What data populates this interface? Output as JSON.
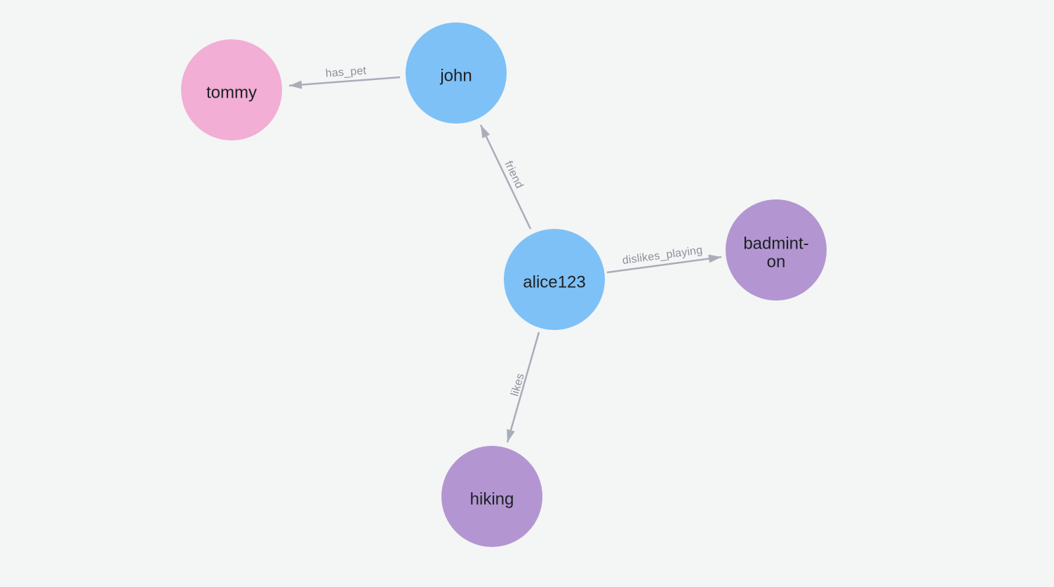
{
  "canvas": {
    "background_color": "#F4F5F5"
  },
  "graph": {
    "style": {
      "edge_color": "#A8ADB8",
      "edge_label_color": "#8C919B",
      "node_label_color": "#1D2025",
      "person_node_color": "#7EC1F7",
      "pet_node_color": "#F2AED5",
      "hobby_node_color": "#B396D1"
    },
    "nodes": [
      {
        "id": "tommy",
        "label": "tommy",
        "color": "#F2AED5"
      },
      {
        "id": "john",
        "label": "john",
        "color": "#7EC1F7"
      },
      {
        "id": "alice123",
        "label": "alice123",
        "color": "#7EC1F7"
      },
      {
        "id": "badminton",
        "label": "badminton",
        "color": "#B396D1",
        "display_lines": [
          "badmint-",
          "on"
        ]
      },
      {
        "id": "hiking",
        "label": "hiking",
        "color": "#B396D1"
      }
    ],
    "edges": [
      {
        "source": "john",
        "target": "tommy",
        "label": "has_pet"
      },
      {
        "source": "alice123",
        "target": "john",
        "label": "friend"
      },
      {
        "source": "alice123",
        "target": "badminton",
        "label": "dislikes_playing"
      },
      {
        "source": "alice123",
        "target": "hiking",
        "label": "likes"
      }
    ]
  }
}
